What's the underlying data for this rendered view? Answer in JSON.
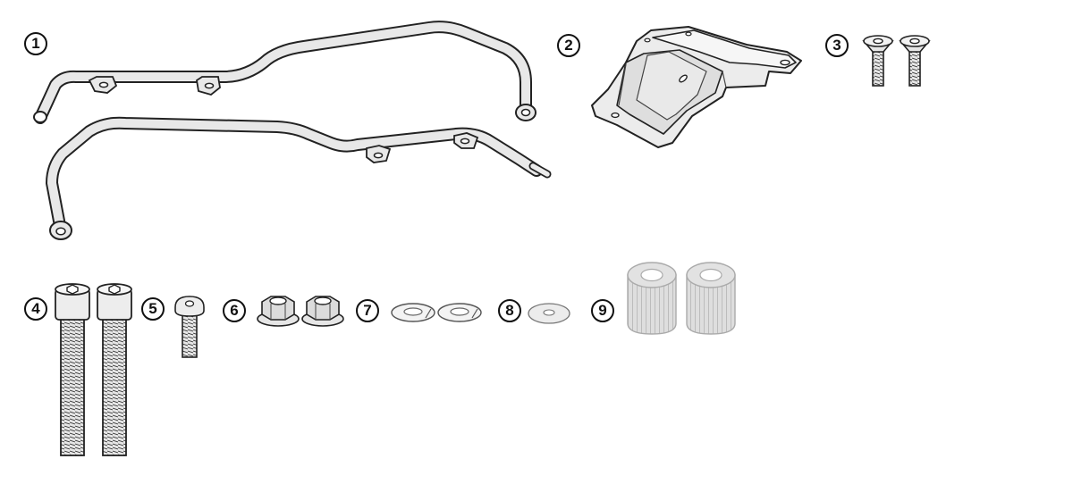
{
  "diagram": {
    "callouts": [
      "1",
      "2",
      "3",
      "4",
      "5",
      "6",
      "7",
      "8",
      "9"
    ],
    "parts": [
      {
        "label": "1",
        "icon": "tubular-side-frames-icon"
      },
      {
        "label": "2",
        "icon": "mounting-plate-icon"
      },
      {
        "label": "3",
        "icon": "countersunk-screws-icon"
      },
      {
        "label": "4",
        "icon": "socket-head-bolts-icon"
      },
      {
        "label": "5",
        "icon": "button-head-screw-icon"
      },
      {
        "label": "6",
        "icon": "flange-nuts-icon"
      },
      {
        "label": "7",
        "icon": "spring-washers-icon"
      },
      {
        "label": "8",
        "icon": "flat-washer-icon"
      },
      {
        "label": "9",
        "icon": "spacers-icon"
      }
    ],
    "colors": {
      "outline": "#222222",
      "fill": "#e3e3e3",
      "fill_light": "#f3f3f3",
      "spacer": "#dedede"
    }
  }
}
